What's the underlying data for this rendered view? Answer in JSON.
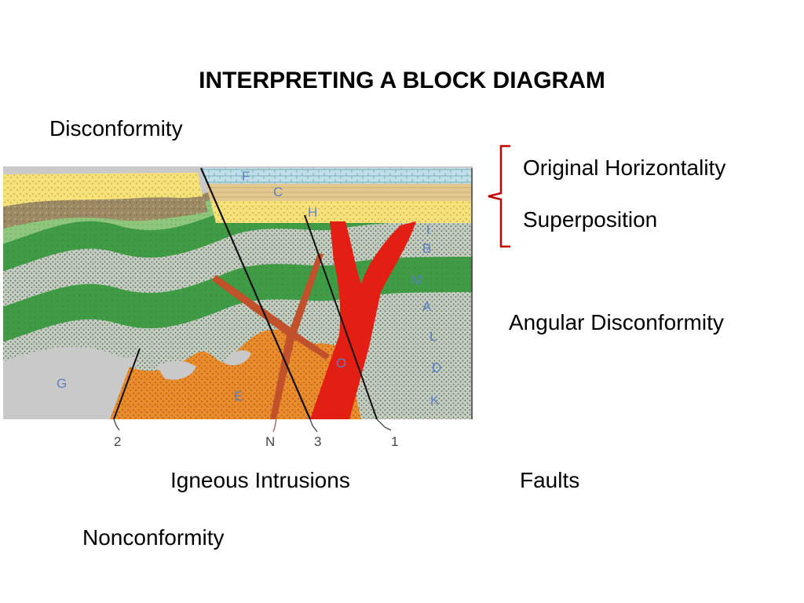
{
  "slide": {
    "title": "INTERPRETING A BLOCK DIAGRAM"
  },
  "terms": {
    "disconformity": "Disconformity",
    "original_horizontality": "Original Horizontality",
    "superposition": "Superposition",
    "angular_disconformity": "Angular Disconformity",
    "igneous_intrusions": "Igneous Intrusions",
    "faults": "Faults",
    "nonconformity": "Nonconformity"
  },
  "diagram": {
    "unit_labels": [
      "F",
      "C",
      "H",
      "I",
      "B",
      "M",
      "A",
      "L",
      "D",
      "K",
      "O",
      "E",
      "G",
      "N"
    ],
    "numbers": [
      "2",
      "3",
      "1"
    ],
    "bracket_color": "#c00000",
    "colors": {
      "limestone": "#bfe0ea",
      "sandstone_tan": "#e3c98f",
      "sand_yellow": "#f7e27a",
      "shale_brown": "#9c8a65",
      "green_dark": "#3f9c45",
      "green_light": "#8ec77c",
      "gray_speckle": "#c5cdc2",
      "granite": "#c9c9c9",
      "intrusion_orange": "#ea8b2c",
      "dike_red": "#e31e12",
      "dike_brown": "#c0512a"
    }
  }
}
